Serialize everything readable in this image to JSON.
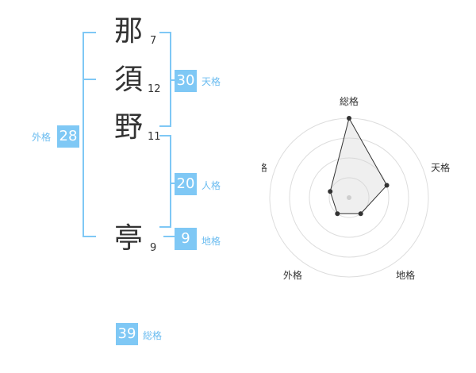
{
  "name": {
    "chars": [
      {
        "char": "那",
        "strokes": "7"
      },
      {
        "char": "須",
        "strokes": "12"
      },
      {
        "char": "野",
        "strokes": "11"
      },
      {
        "char": "亭",
        "strokes": "9"
      }
    ]
  },
  "scores": {
    "tenkaku": {
      "value": "30",
      "label": "天格"
    },
    "jinkaku": {
      "value": "20",
      "label": "人格"
    },
    "chikaku": {
      "value": "9",
      "label": "地格"
    },
    "gaikaku": {
      "value": "28",
      "label": "外格"
    },
    "soukaku": {
      "value": "39",
      "label": "総格"
    }
  },
  "colors": {
    "accent": "#7fc8f5",
    "text": "#333333"
  },
  "chart_data": {
    "type": "radar",
    "axes": [
      "総格",
      "天格",
      "地格",
      "外格",
      "人格"
    ],
    "scale_max": 4,
    "rings": 4,
    "values": [
      4,
      2,
      1,
      1,
      1
    ]
  }
}
